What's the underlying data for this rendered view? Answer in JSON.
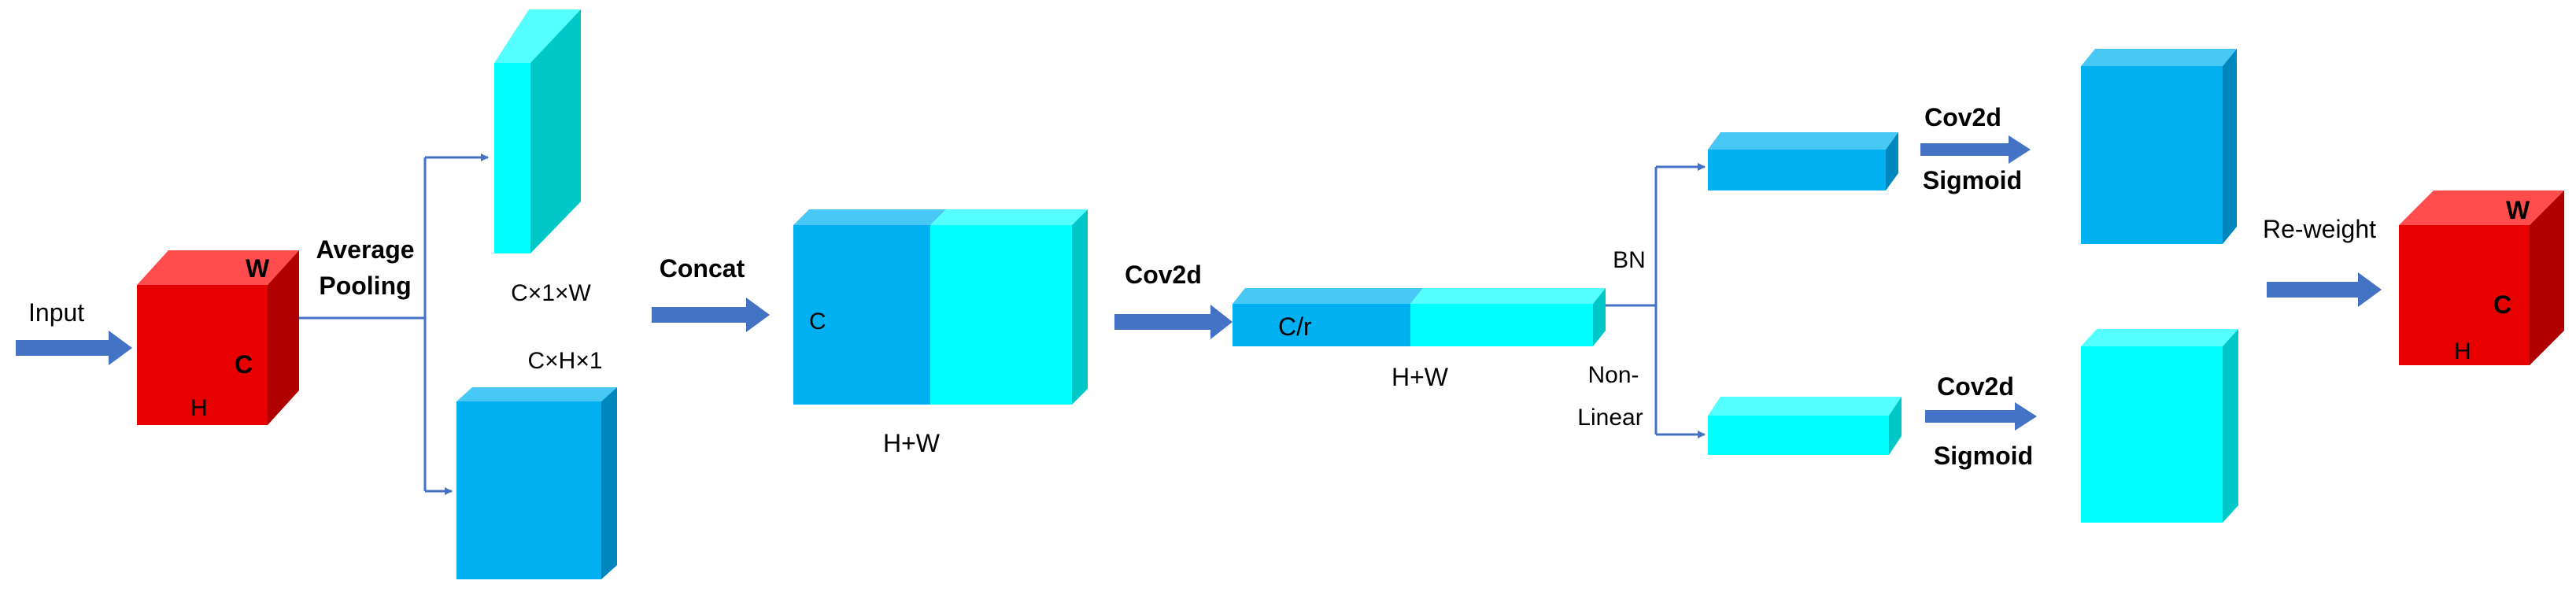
{
  "labels": {
    "input": "Input",
    "input_w": "W",
    "input_c": "C",
    "input_h": "H",
    "average": "Average",
    "pooling": "Pooling",
    "pool_top": "C×1×W",
    "pool_bottom": "C×H×1",
    "concat": "Concat",
    "concat_c": "C",
    "concat_hw": "H+W",
    "cov2d_mid": "Cov2d",
    "reduced_c": "C/r",
    "reduced_hw": "H+W",
    "bn": "BN",
    "non": "Non-",
    "linear": "Linear",
    "cov2d_top": "Cov2d",
    "sigmoid_top": "Sigmoid",
    "cov2d_bottom": "Cov2d",
    "sigmoid_bottom": "Sigmoid",
    "reweight": "Re-weight",
    "output_w": "W",
    "output_c": "C",
    "output_h": "H"
  },
  "colors": {
    "red_front": "#E70000",
    "red_top": "#FF4D4D",
    "red_side": "#B00000",
    "blue_front": "#00B0F0",
    "blue_top": "#48C8F5",
    "blue_side": "#0088BE",
    "cyan_front": "#00FFFF",
    "cyan_top": "#55FFFF",
    "cyan_side": "#00C8C8",
    "arrow": "#4472C4",
    "line": "#4472C4"
  }
}
